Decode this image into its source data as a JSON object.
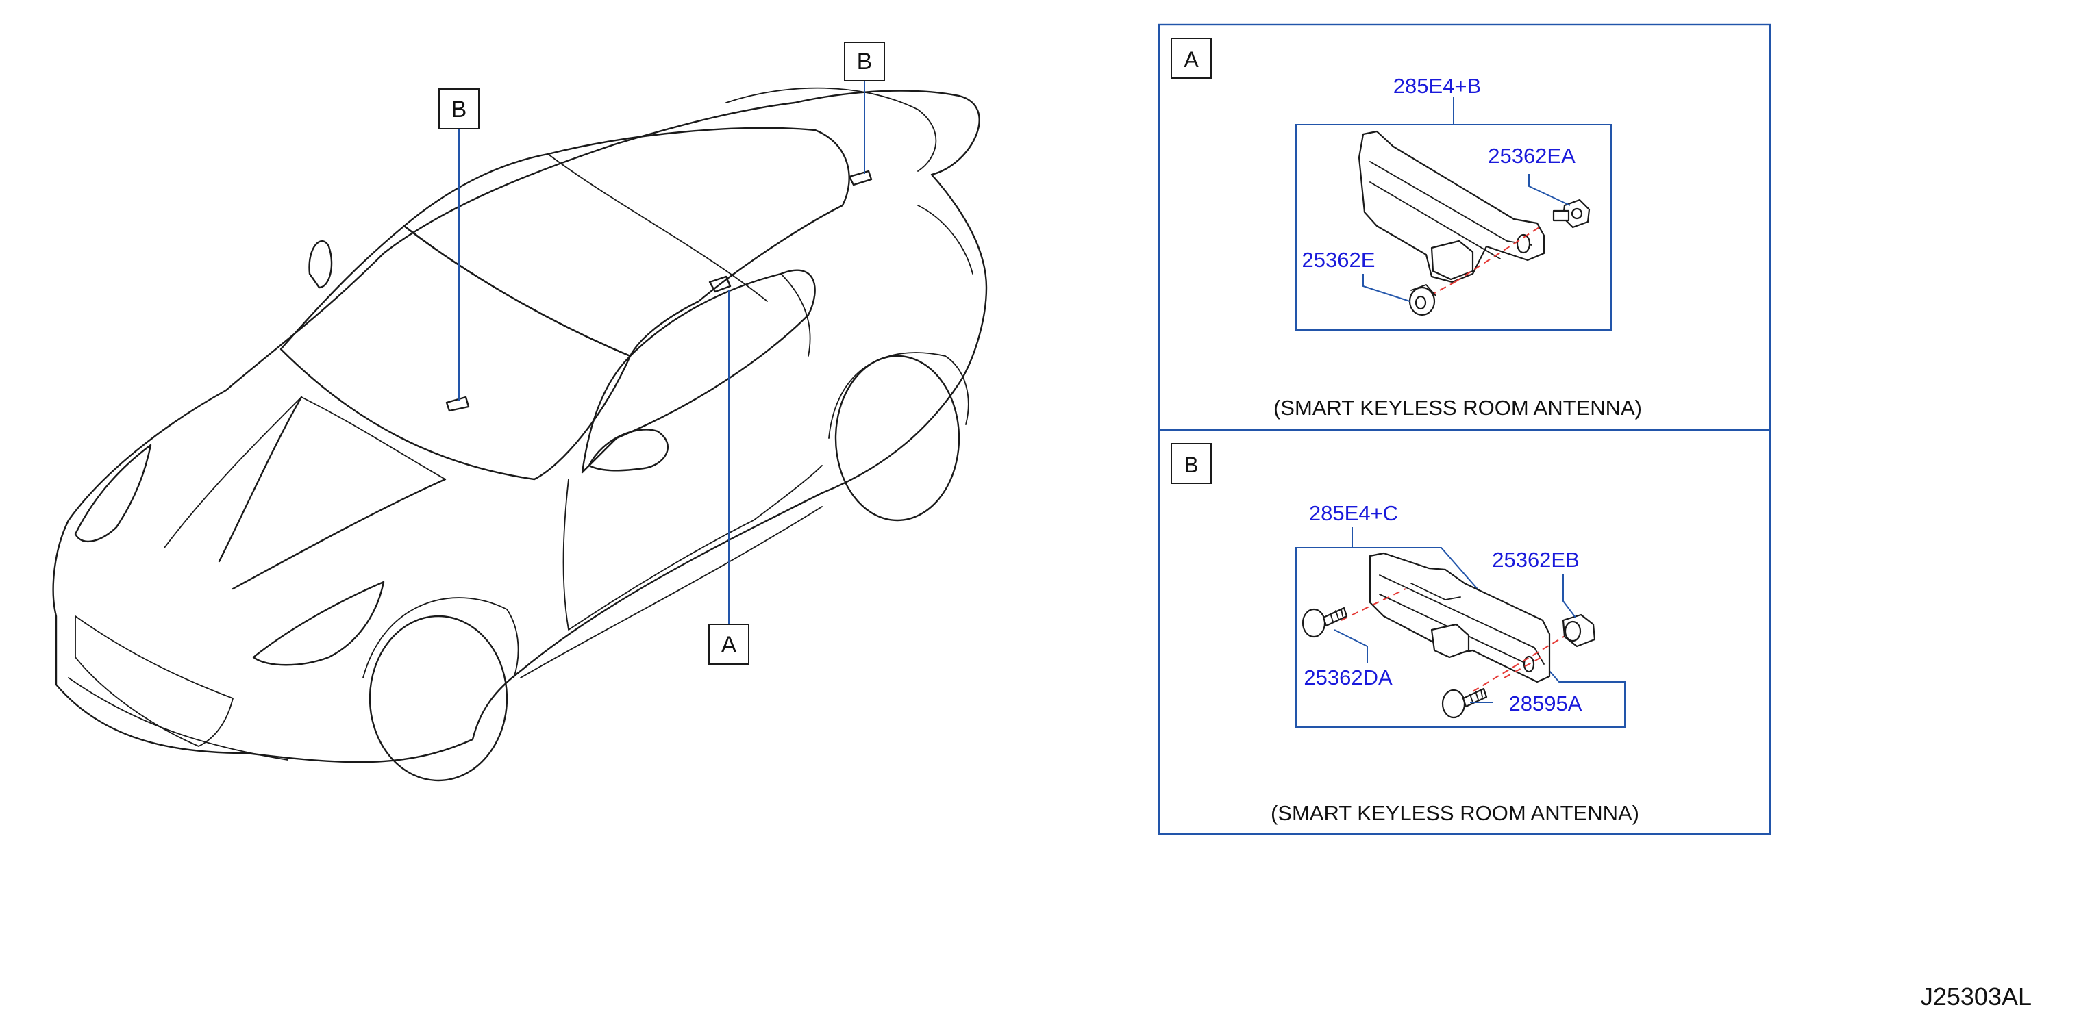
{
  "diagram_code": "J25303AL",
  "colors": {
    "callout": "#1a1adb",
    "leader": "#2255aa",
    "ink": "#111111",
    "axis_dash": "#e53935"
  },
  "car_callouts": {
    "rear_b": "B",
    "front_b": "B",
    "a": "A"
  },
  "panel_a": {
    "letter": "A",
    "caption": "(SMART   KEYLESS   ROOM   ANTENNA)",
    "parts": {
      "assembly": "285E4+B",
      "grommet_ea": "25362EA",
      "grommet_e": "25362E"
    }
  },
  "panel_b": {
    "letter": "B",
    "caption": "(SMART   KEYLESS   ROOM   ANTENNA)",
    "parts": {
      "assembly": "285E4+C",
      "nut_eb": "25362EB",
      "screw_da": "25362DA",
      "screw_a": "28595A"
    }
  }
}
